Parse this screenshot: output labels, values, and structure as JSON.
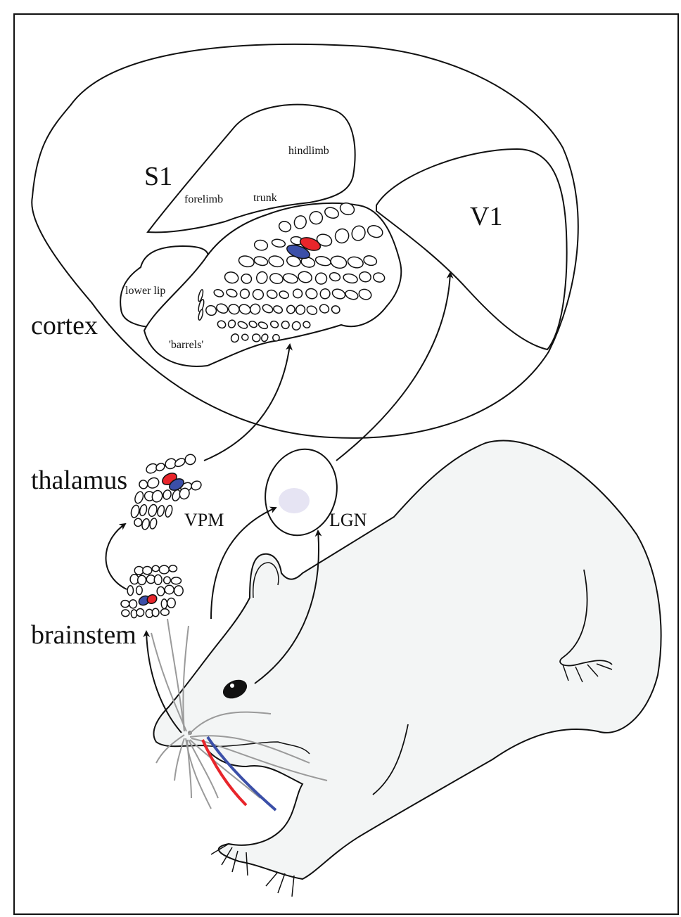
{
  "labels": {
    "s1": "S1",
    "v1": "V1",
    "forelimb": "forelimb",
    "hindlimb": "hindlimb",
    "trunk": "trunk",
    "lower_lip": "lower lip",
    "barrels": "'barrels'",
    "cortex": "cortex",
    "thalamus": "thalamus",
    "vpm": "VPM",
    "lgn": "LGN",
    "brainstem": "brainstem"
  },
  "colors": {
    "highlight_red": "#e8252b",
    "highlight_blue": "#3b4fa8",
    "rat_fill": "#f3f5f5",
    "lgn_spot": "#e6e4f3",
    "whisker_gray": "#9a9a9a"
  }
}
